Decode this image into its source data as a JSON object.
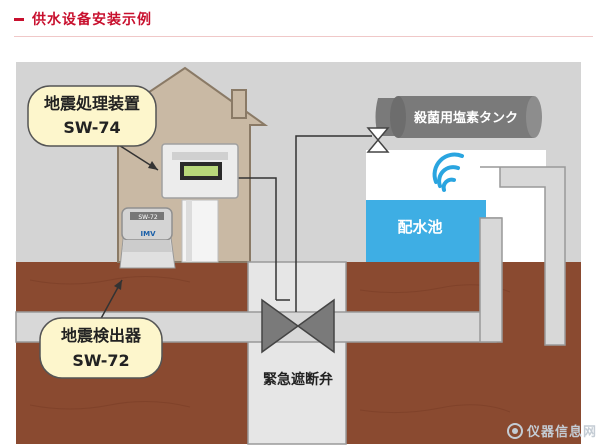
{
  "page_title": "供水设备安装示例",
  "labels": {
    "device_74_name": "地震処理装置",
    "device_74_model": "SW-74",
    "device_72_name": "地震検出器",
    "device_72_model": "SW-72",
    "tank": "殺菌用塩素タンク",
    "reservoir": "配水池",
    "valve": "緊急遮断弁",
    "sensor_plate": "SW-72",
    "sensor_brand": "IMV"
  },
  "watermark": "仪器信息网",
  "colors": {
    "accent": "#c8102e",
    "soil": "#8a4a30",
    "sky": "#d4d4d4",
    "water": "#3eaee4",
    "callout_fill": "#fdf6cc"
  }
}
